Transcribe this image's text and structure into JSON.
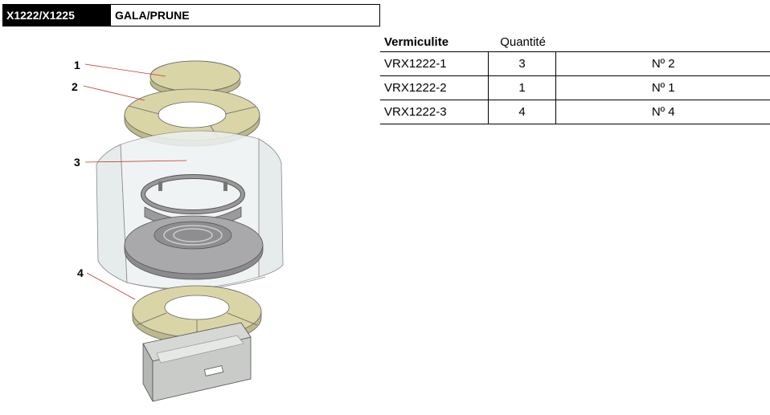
{
  "header": {
    "model_code": "X1222/X1225",
    "model_name": "GALA/PRUNE"
  },
  "table": {
    "col_ref": "Vermiculite",
    "col_qty": "Quantité",
    "rows": [
      {
        "ref": "VRX1222-1",
        "qty": "3",
        "num": "Nº 2"
      },
      {
        "ref": "VRX1222-2",
        "qty": "1",
        "num": "Nº 1"
      },
      {
        "ref": "VRX1222-3",
        "qty": "4",
        "num": "Nº 4"
      }
    ]
  },
  "diagram": {
    "callouts": [
      "1",
      "2",
      "3",
      "4"
    ]
  },
  "colors": {
    "vermiculite": "#d9d5a6",
    "glass": "#e6ecec",
    "grate": "#a9a9ab",
    "ashpan": "#c9cbc8",
    "leader": "#c0392b"
  }
}
